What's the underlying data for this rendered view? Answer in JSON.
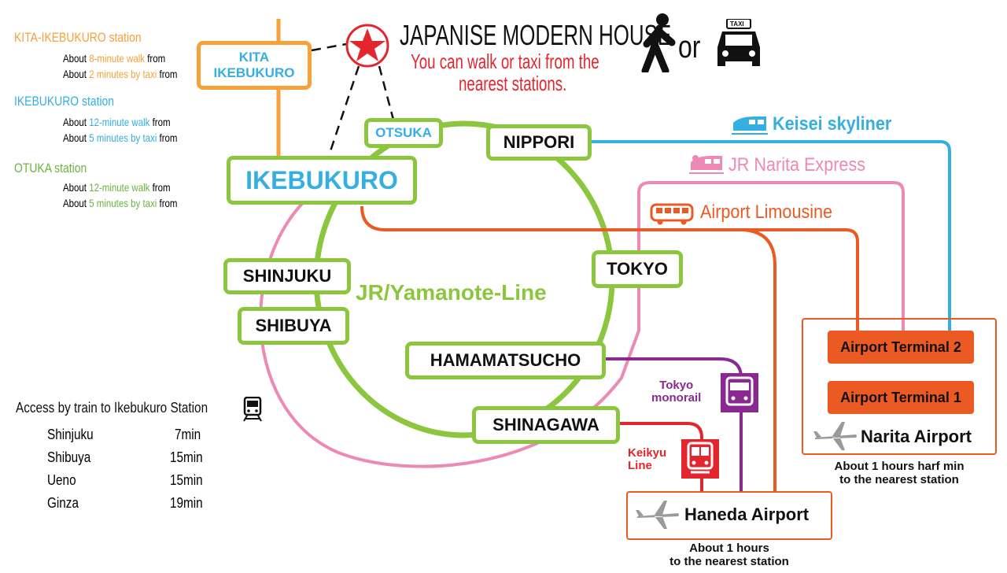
{
  "title": {
    "main": "JAPANISE MODERN HOUSE",
    "sub1": "You can walk or taxi from the",
    "sub2": "nearest stations.",
    "or": "or",
    "taxi_sign": "TAXI"
  },
  "station_info": {
    "kita": {
      "title": "KITA-IKEBUKURO station",
      "walk_pre": "About ",
      "walk_hl": "8-minute walk",
      "walk_post": " from",
      "taxi_pre": "About ",
      "taxi_hl": "2 minutes by taxi",
      "taxi_post": " from"
    },
    "ikebukuro": {
      "title": "IKEBUKURO station",
      "walk_pre": "About ",
      "walk_hl": "12-minute walk",
      "walk_post": " from",
      "taxi_pre": "About ",
      "taxi_hl": "5 minutes by taxi",
      "taxi_post": " from"
    },
    "otuka": {
      "title": "OTUKA station",
      "walk_pre": "About ",
      "walk_hl": "12-minute walk",
      "walk_post": " from",
      "taxi_pre": "About ",
      "taxi_hl": "5 minutes by taxi",
      "taxi_post": " from"
    }
  },
  "stations": {
    "kita_ikebukuro_1": "KITA",
    "kita_ikebukuro_2": "IKEBUKURO",
    "otsuka": "OTSUKA",
    "nippori": "NIPPORI",
    "ikebukuro": "IKEBUKURO",
    "shinjuku": "SHINJUKU",
    "shibuya": "SHIBUYA",
    "tokyo": "TOKYO",
    "hamamatsucho": "HAMAMATSUCHO",
    "shinagawa": "SHINAGAWA"
  },
  "lines": {
    "yamanote": "JR/Yamanote-Line",
    "keisei": "Keisei skyliner",
    "narita_express": "JR Narita Express",
    "limousine": "Airport Limousine",
    "monorail_1": "Tokyo",
    "monorail_2": "monorail",
    "keikyu_1": "Keikyu",
    "keikyu_2": "Line"
  },
  "airports": {
    "terminal2": "Airport Terminal 2",
    "terminal1": "Airport Terminal 1",
    "narita": "Narita Airport",
    "narita_note_1": "About 1  hours harf min",
    "narita_note_2": "to the nearest station",
    "haneda": "Haneda Airport",
    "haneda_note_1": "About 1  hours",
    "haneda_note_2": "to the nearest station"
  },
  "access": {
    "title": "Access by train to Ikebukuro Station",
    "rows": [
      {
        "name": "Shinjuku",
        "time": "7min"
      },
      {
        "name": "Shibuya",
        "time": "15min"
      },
      {
        "name": "Ueno",
        "time": "15min"
      },
      {
        "name": "Ginza",
        "time": "19min"
      }
    ]
  },
  "colors": {
    "yamanote": "#8cc63f",
    "keisei": "#35aee2",
    "narita_express": "#ec8ab5",
    "limousine": "#ec5a24",
    "monorail": "#8a2a90",
    "keikyu": "#e3262e",
    "kita": "#f6a13a",
    "red_text": "#e3262e",
    "airport_border": "#ec5a24",
    "plane": "#9a9a9a"
  }
}
